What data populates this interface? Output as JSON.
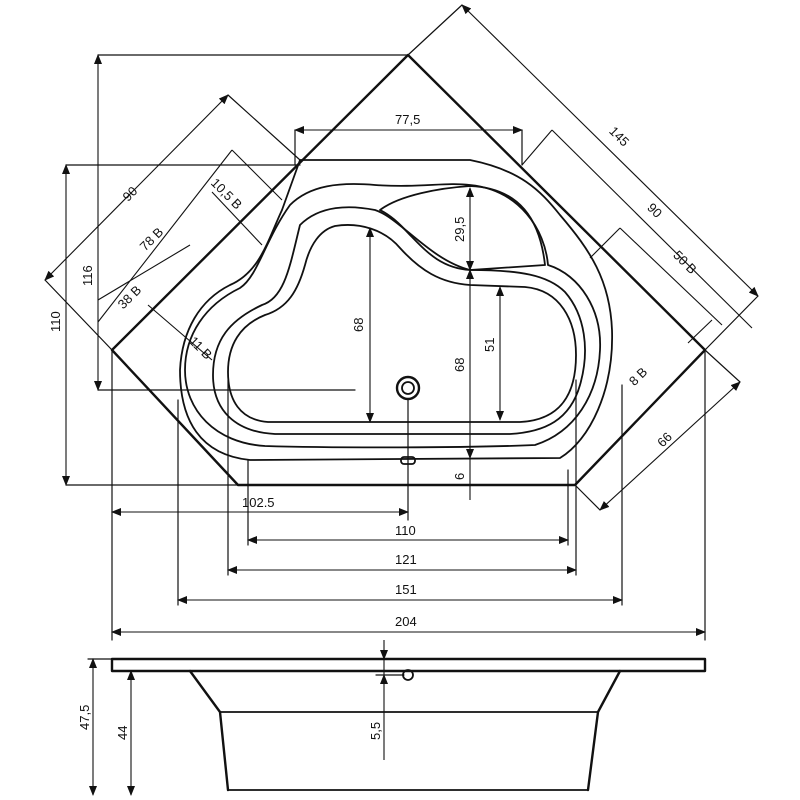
{
  "top_view": {
    "dimensions": {
      "d_77_5": "77,5",
      "d_145": "145",
      "d_90_right": "90",
      "d_50b": "50 B",
      "d_8b": "8 B",
      "d_66": "66",
      "d_90_left": "90",
      "d_78b": "78 B",
      "d_10_5b": "10,5 B",
      "d_38b": "38 B",
      "d_11b": "11 B",
      "d_116": "116",
      "d_110_left": "110",
      "d_68_left": "68",
      "d_29_5": "29,5",
      "d_68_right": "68",
      "d_51": "51",
      "d_6": "6",
      "d_102_5": "102.5",
      "d_110_bottom": "110",
      "d_121": "121",
      "d_151": "151",
      "d_204": "204"
    }
  },
  "side_view": {
    "dimensions": {
      "d_47_5": "47,5",
      "d_44": "44",
      "d_5_5": "5,5"
    }
  }
}
